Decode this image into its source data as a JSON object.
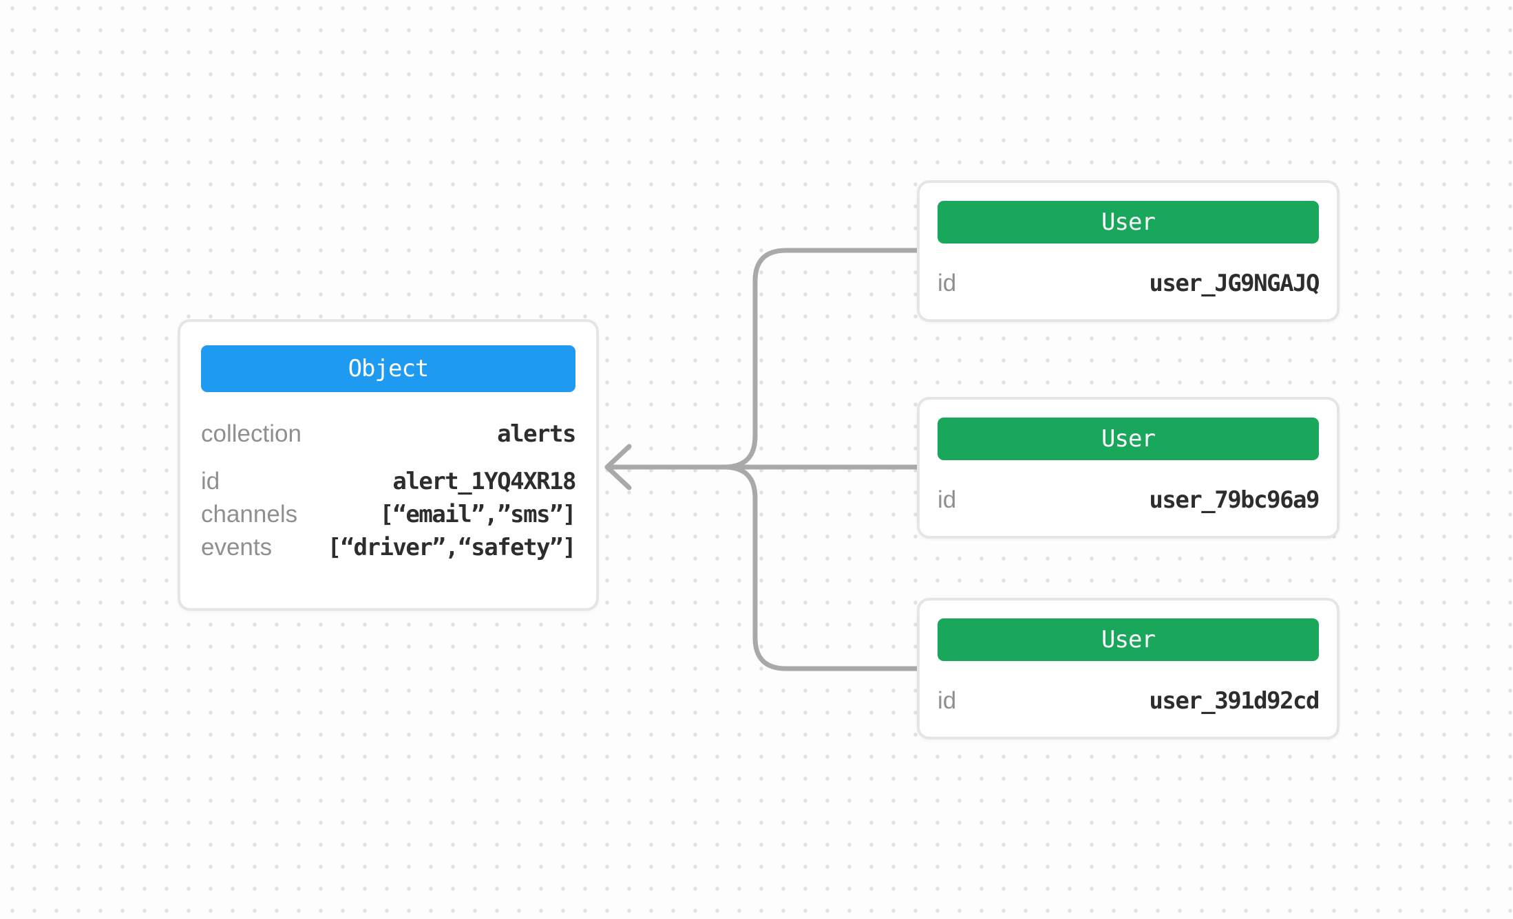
{
  "canvas": {
    "background": "#fdfdfd",
    "dot_color": "#e1e1e1",
    "connector_color": "#a9a9a9",
    "card_border_color": "#e5e5e5",
    "arrow_direction": "left"
  },
  "object_card": {
    "title": "Object",
    "title_color": "#1e9af1",
    "rows": [
      {
        "label": "collection",
        "value": "alerts"
      },
      {
        "label": "id",
        "value": "alert_1YQ4XR18"
      },
      {
        "label": "channels",
        "value": "[“email”,”sms”]"
      },
      {
        "label": "events",
        "value": "[“driver”,“safety”]"
      }
    ]
  },
  "user_cards": [
    {
      "title": "User",
      "title_color": "#19a75c",
      "rows": [
        {
          "label": "id",
          "value": "user_JG9NGAJQ"
        }
      ]
    },
    {
      "title": "User",
      "title_color": "#19a75c",
      "rows": [
        {
          "label": "id",
          "value": "user_79bc96a9"
        }
      ]
    },
    {
      "title": "User",
      "title_color": "#19a75c",
      "rows": [
        {
          "label": "id",
          "value": "user_391d92cd"
        }
      ]
    }
  ]
}
